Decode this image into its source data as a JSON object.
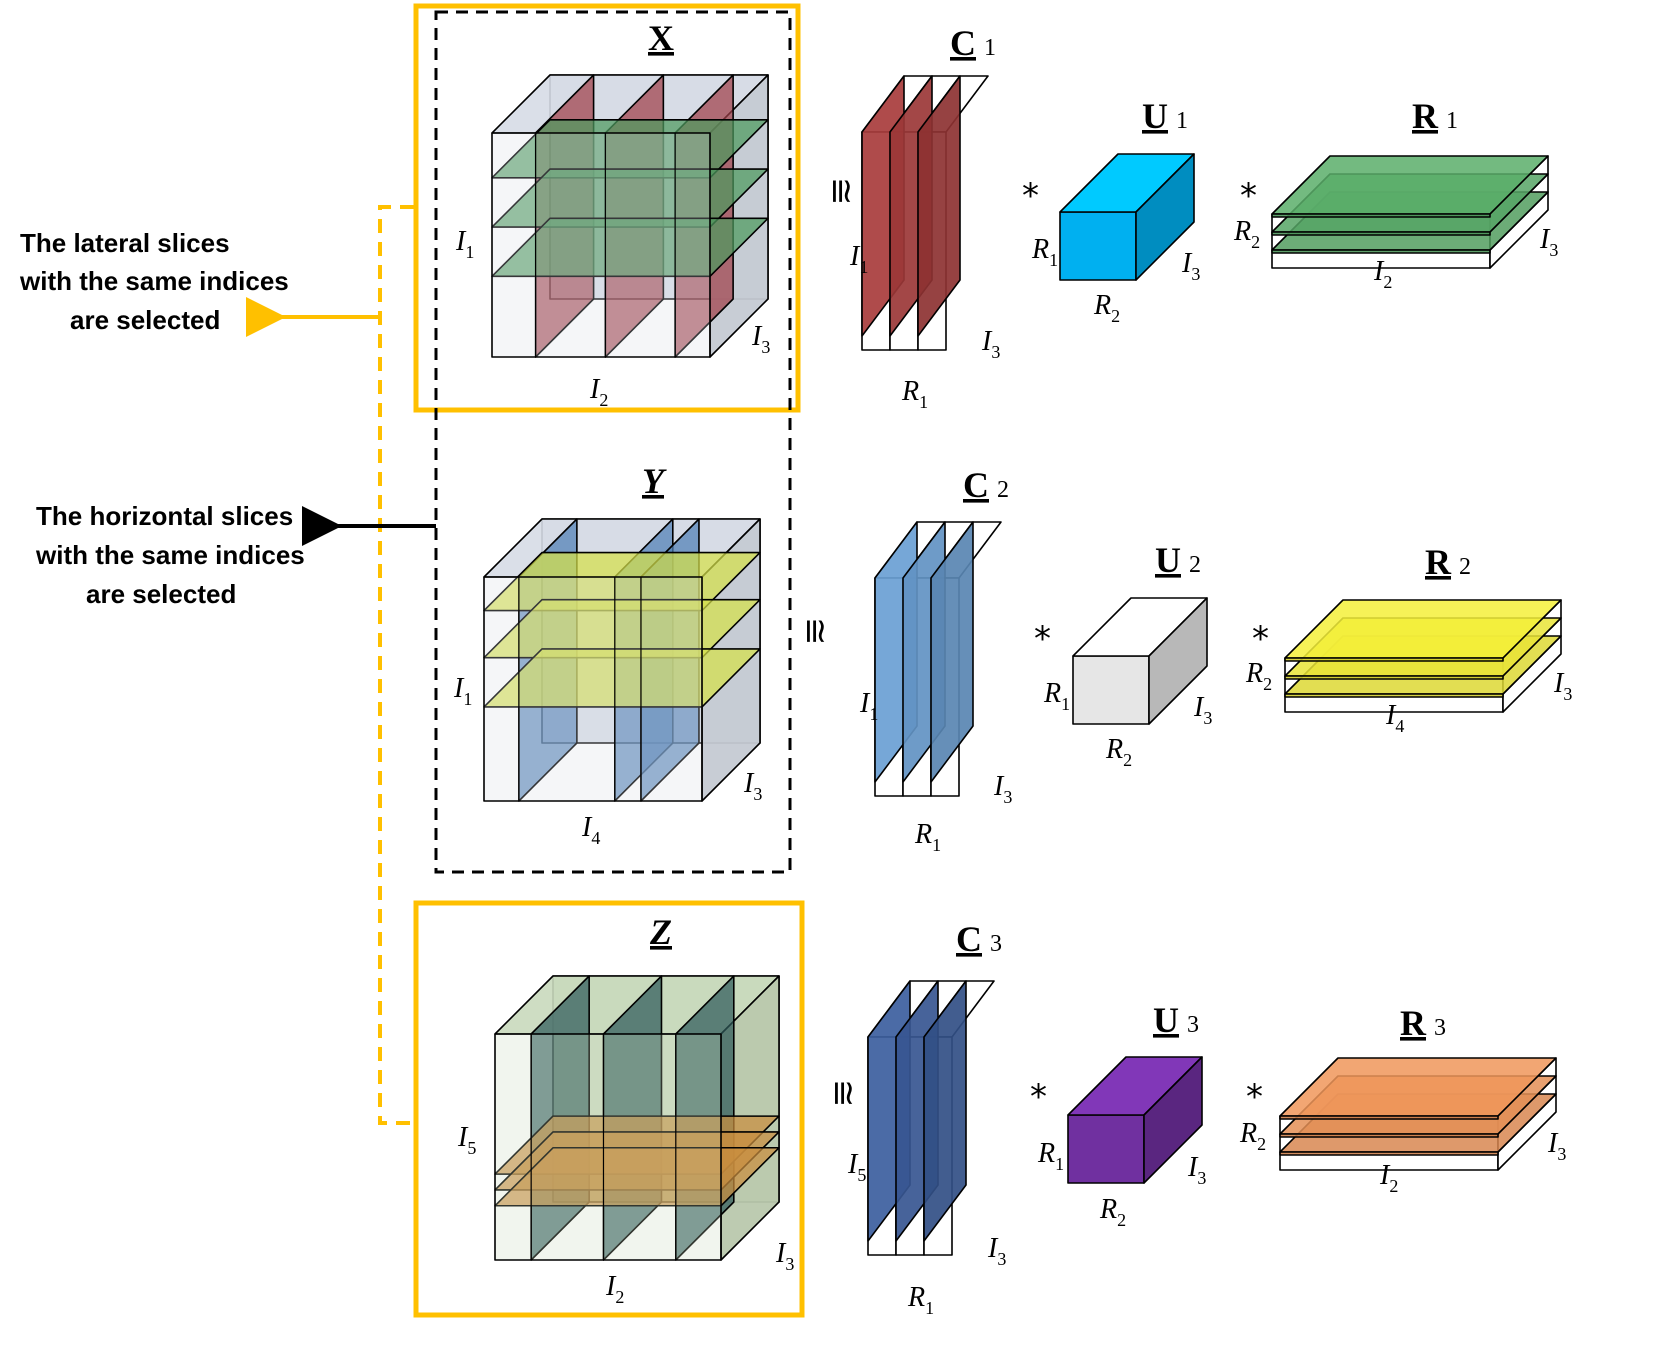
{
  "annotations": {
    "lateral": [
      "The lateral slices",
      "with the same  indices",
      "are selected"
    ],
    "horizontal": [
      "The horizontal slices",
      "with the same  indices",
      "are selected"
    ]
  },
  "symbols": {
    "approx": "≅",
    "star": "*"
  },
  "rows": [
    {
      "tensor": {
        "letter": "X",
        "italic": false,
        "dims": {
          "rows": [
            "I",
            "1"
          ],
          "cols": [
            "I",
            "2"
          ],
          "depth": [
            "I",
            "3"
          ]
        }
      },
      "C": {
        "letter": "C",
        "index": "1",
        "dims": {
          "rows": [
            "I",
            "1"
          ],
          "cols": [
            "R",
            "1"
          ],
          "depth": [
            "I",
            "3"
          ]
        }
      },
      "U": {
        "letter": "U",
        "index": "1",
        "dims": {
          "rows": [
            "R",
            "1"
          ],
          "cols": [
            "R",
            "2"
          ],
          "depth": [
            "I",
            "3"
          ]
        }
      },
      "R": {
        "letter": "R",
        "index": "1",
        "dims": {
          "rows": [
            "R",
            "2"
          ],
          "cols": [
            "I",
            "2"
          ],
          "depth": [
            "I",
            "3"
          ]
        }
      }
    },
    {
      "tensor": {
        "letter": "Y",
        "italic": true,
        "dims": {
          "rows": [
            "I",
            "1"
          ],
          "cols": [
            "I",
            "4"
          ],
          "depth": [
            "I",
            "3"
          ]
        }
      },
      "C": {
        "letter": "C",
        "index": "2",
        "dims": {
          "rows": [
            "I",
            "1"
          ],
          "cols": [
            "R",
            "1"
          ],
          "depth": [
            "I",
            "3"
          ]
        }
      },
      "U": {
        "letter": "U",
        "index": "2",
        "dims": {
          "rows": [
            "R",
            "1"
          ],
          "cols": [
            "R",
            "2"
          ],
          "depth": [
            "I",
            "3"
          ]
        }
      },
      "R": {
        "letter": "R",
        "index": "2",
        "dims": {
          "rows": [
            "R",
            "2"
          ],
          "cols": [
            "I",
            "4"
          ],
          "depth": [
            "I",
            "3"
          ]
        }
      }
    },
    {
      "tensor": {
        "letter": "Z",
        "italic": true,
        "dims": {
          "rows": [
            "I",
            "5"
          ],
          "cols": [
            "I",
            "2"
          ],
          "depth": [
            "I",
            "3"
          ]
        }
      },
      "C": {
        "letter": "C",
        "index": "3",
        "dims": {
          "rows": [
            "I",
            "5"
          ],
          "cols": [
            "R",
            "1"
          ],
          "depth": [
            "I",
            "3"
          ]
        }
      },
      "U": {
        "letter": "U",
        "index": "3",
        "dims": {
          "rows": [
            "R",
            "1"
          ],
          "cols": [
            "R",
            "2"
          ],
          "depth": [
            "I",
            "3"
          ]
        }
      },
      "R": {
        "letter": "R",
        "index": "3",
        "dims": {
          "rows": [
            "R",
            "2"
          ],
          "cols": [
            "I",
            "2"
          ],
          "depth": [
            "I",
            "3"
          ]
        }
      }
    }
  ],
  "colors": {
    "orange_frame": "#FFC000",
    "cube_x": "#D6DCE5",
    "cube_y": "#D6DCE5",
    "cube_z": "#C9D9BC",
    "lateral_x": "#A0404A",
    "horizontal_x": "#4E9A5E",
    "lateral_y": "#4F7FB6",
    "horizontal_y": "#D6E04A",
    "lateral_z": "#2F5A5A",
    "horizontal_z": "#C98E3E",
    "c1": "#A83C3C",
    "c2": "#6A9FD4",
    "c3": "#3C5E9E",
    "u1": "#00B0F0",
    "u2": "#E6E6E6",
    "u3": "#7030A0",
    "r1": "#5BAE6A",
    "r2": "#F5F03A",
    "r3": "#F0965A"
  }
}
